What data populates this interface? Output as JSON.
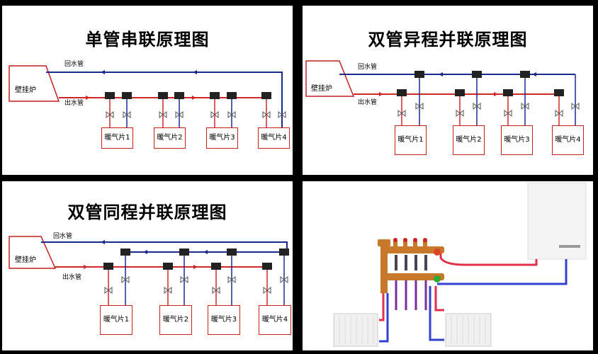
{
  "panels": [
    {
      "title": "单管串联原理图",
      "boiler": "壁挂炉",
      "return_pipe": "回水管",
      "supply_pipe": "出水管",
      "radiators": [
        "暖气片1",
        "暖气片2",
        "暖气片3",
        "暖气片4"
      ]
    },
    {
      "title": "双管异程并联原理图",
      "boiler": "壁挂炉",
      "return_pipe": "回水管",
      "supply_pipe": "出水管",
      "radiators": [
        "暖气片1",
        "暖气片2",
        "暖气片3",
        "暖气片4"
      ]
    },
    {
      "title": "双管同程并联原理图",
      "boiler": "壁挂炉",
      "return_pipe": "回水管",
      "supply_pipe": "出水管",
      "radiators": [
        "暖气片1",
        "暖气片2",
        "暖气片3",
        "暖气片4"
      ]
    }
  ],
  "colors": {
    "supply": "#d02828",
    "return": "#1a2a8c",
    "valve": "#222222",
    "manifold": "#c8782a",
    "photo_supply": "#e0304a",
    "photo_return": "#3040d0"
  }
}
